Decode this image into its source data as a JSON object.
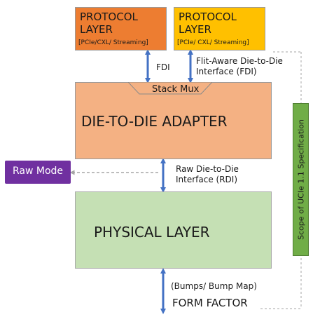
{
  "protocol_layers": [
    {
      "title_line1": "PROTOCOL",
      "title_line2": "LAYER",
      "subtitle": "[PCIe/CXL/ Streaming]",
      "color": "#ed7d31"
    },
    {
      "title_line1": "PROTOCOL",
      "title_line2": "LAYER",
      "subtitle": "[PCIe/ CXL/ Streaming]",
      "color": "#ffc000"
    }
  ],
  "interfaces": {
    "fdi_short": "FDI",
    "fdi_long_line1": "Flit-Aware Die-to-Die",
    "fdi_long_line2": "Interface (FDI)",
    "rdi_line1": "Raw Die-to-Die",
    "rdi_line2": "Interface (RDI)"
  },
  "adapter": {
    "stack_mux": "Stack Mux",
    "title": "DIE-TO-DIE ADAPTER",
    "color": "#f4b183"
  },
  "raw_mode": {
    "label": "Raw Mode",
    "color": "#7030a0"
  },
  "physical": {
    "title": "PHYSICAL LAYER",
    "color": "#c5e0b4"
  },
  "bottom": {
    "bumps_label": "(Bumps/ Bump Map)",
    "form_factor": "FORM FACTOR"
  },
  "scope": {
    "label": "Scope of UCIe 1.1 Specification",
    "color": "#70ad47"
  },
  "arrow_color": "#4472c4"
}
